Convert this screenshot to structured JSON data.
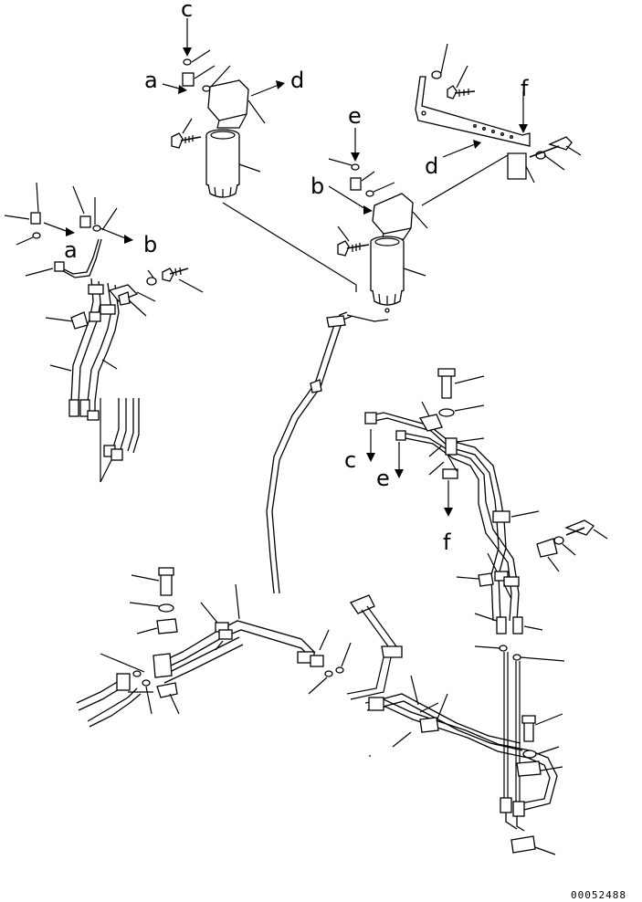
{
  "diagram": {
    "labels": {
      "c_top": "c",
      "a_top": "a",
      "d_top": "d",
      "e_mid": "e",
      "b_mid": "b",
      "d_mid": "d",
      "f_top": "f",
      "a_left": "a",
      "b_left": "b",
      "c_right": "c",
      "e_right": "e",
      "f_right": "f"
    },
    "reference_number": "00052488"
  }
}
